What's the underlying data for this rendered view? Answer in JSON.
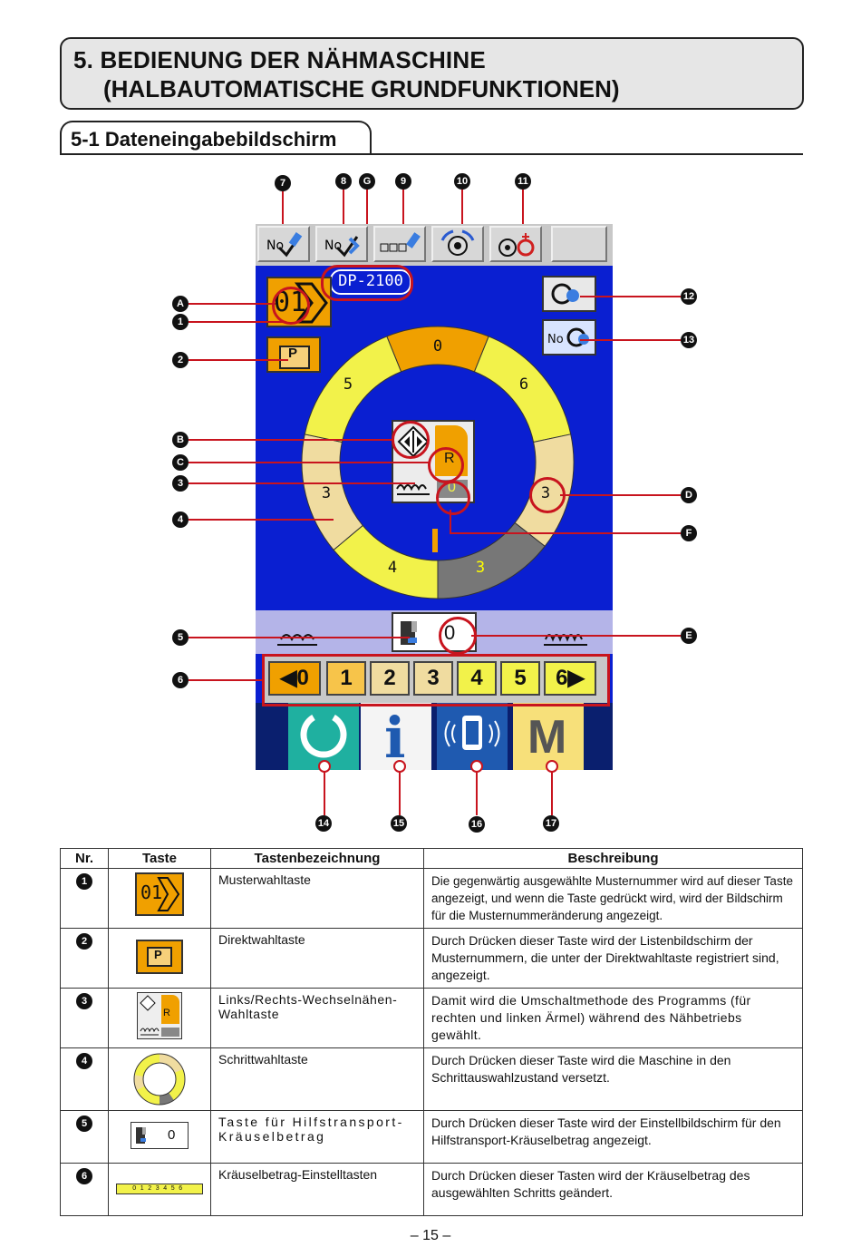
{
  "title": {
    "line1": "5. BEDIENUNG DER NÄHMASCHINE",
    "line2": "(HALBAUTOMATISCHE GRUNDFUNKTIONEN)"
  },
  "section": "5-1 Dateneingabebildschirm",
  "callouts": {
    "n7": "7",
    "n8": "8",
    "nG": "G",
    "n9": "9",
    "n10": "10",
    "n11": "11",
    "nA": "A",
    "n1": "1",
    "n2": "2",
    "nB": "B",
    "nC": "C",
    "n3": "3",
    "n4": "4",
    "n5": "5",
    "n6": "6",
    "n12": "12",
    "n13": "13",
    "nD": "D",
    "nF": "F",
    "nE": "E",
    "n14": "14",
    "n15": "15",
    "n16": "16",
    "n17": "17"
  },
  "screen": {
    "model": "DP-2100",
    "pattern_no": "01",
    "pattern_icon_label": "P",
    "ring_labels": {
      "top": "0",
      "upper_right": "6",
      "right": "3",
      "lower_right": "3",
      "lower_left": "4",
      "left": "3",
      "upper_left": "5"
    },
    "lr_letter": "R",
    "lr_value": "0",
    "aux_value": "0",
    "step_keys": [
      "0",
      "1",
      "2",
      "3",
      "4",
      "5",
      "6"
    ],
    "menu_letter": "M",
    "info_letter": "i",
    "colors": {
      "screen_bg": "#0a1fd1",
      "orange": "#f0a000",
      "yellow": "#f2f24a",
      "beige": "#f0dca0",
      "gray": "#777777",
      "teal": "#1fb0a0",
      "dark_blue": "#0a1f6e",
      "menu_yellow": "#f7e07a"
    }
  },
  "table": {
    "headers": [
      "Nr.",
      "Taste",
      "Tastenbezeichnung",
      "Beschreibung"
    ],
    "rows": [
      {
        "nr": "1",
        "icon_text": "01",
        "name": "Musterwahltaste",
        "desc": "Die gegenwärtig ausgewählte Musternummer wird auf dieser Taste angezeigt, und wenn die Taste gedrückt wird, wird der Bildschirm für die Musternummeränderung angezeigt."
      },
      {
        "nr": "2",
        "icon_text": "P",
        "name": "Direktwahltaste",
        "desc": "Durch Drücken dieser Taste wird der Listenbildschirm der Musternummern, die unter der Direktwahltaste registriert sind, angezeigt."
      },
      {
        "nr": "3",
        "icon_text": "R",
        "name": "Links/Rechts-Wechselnähen-Wahltaste",
        "desc": "Damit wird die Umschaltmethode des Programms (für rechten und linken Ärmel) während des Nähbetriebs gewählt."
      },
      {
        "nr": "4",
        "icon_text": "",
        "name": "Schrittwahltaste",
        "desc": "Durch Drücken dieser Taste wird die Maschine in den Schrittauswahlzustand versetzt."
      },
      {
        "nr": "5",
        "icon_text": "0",
        "name": "Taste für Hilfstransport-Kräuselbetrag",
        "desc": "Durch Drücken dieser Taste wird der Einstellbildschirm für den Hilfstransport-Kräuselbetrag angezeigt."
      },
      {
        "nr": "6",
        "icon_text": "0123456",
        "name": "Kräuselbetrag-Einstelltasten",
        "desc": "Durch Drücken dieser Tasten wird der Kräuselbetrag des ausgewählten Schritts geändert."
      }
    ]
  },
  "footer": "– 15 –"
}
